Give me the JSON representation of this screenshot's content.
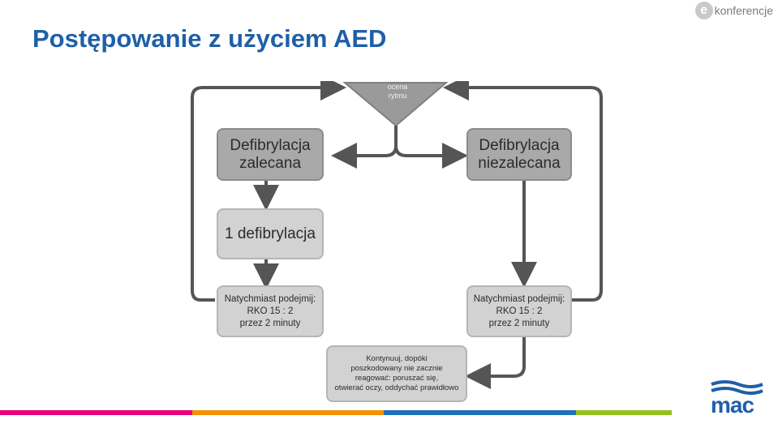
{
  "title": "Postępowanie z użyciem AED",
  "brand": {
    "logo_letter": "e",
    "name": "konferencje"
  },
  "footer_logo": "mac",
  "diagram": {
    "rhythm": "ocena\nrytmu",
    "shock_advised": "Defibrylacja\nzalecana",
    "shock_not_advised": "Defibrylacja\nniezalecana",
    "one_shock": "1 defibrylacja",
    "cpr_left": "Natychmiast podejmij:\nRKO 15 : 2\nprzez 2 minuty",
    "cpr_right": "Natychmiast podejmij:\nRKO 15 : 2\nprzez 2 minuty",
    "continue": "Kontynuuj, dopóki\nposzkodowany nie zacznie\nreagować: poruszać się,\notwierać oczy, oddychać prawidłowo"
  },
  "colors": {
    "title": "#1f5fa8",
    "stripes": [
      "#e6007e",
      "#e6007e",
      "#f39200",
      "#f39200",
      "#1d71b8",
      "#1d71b8",
      "#95c11f"
    ]
  }
}
